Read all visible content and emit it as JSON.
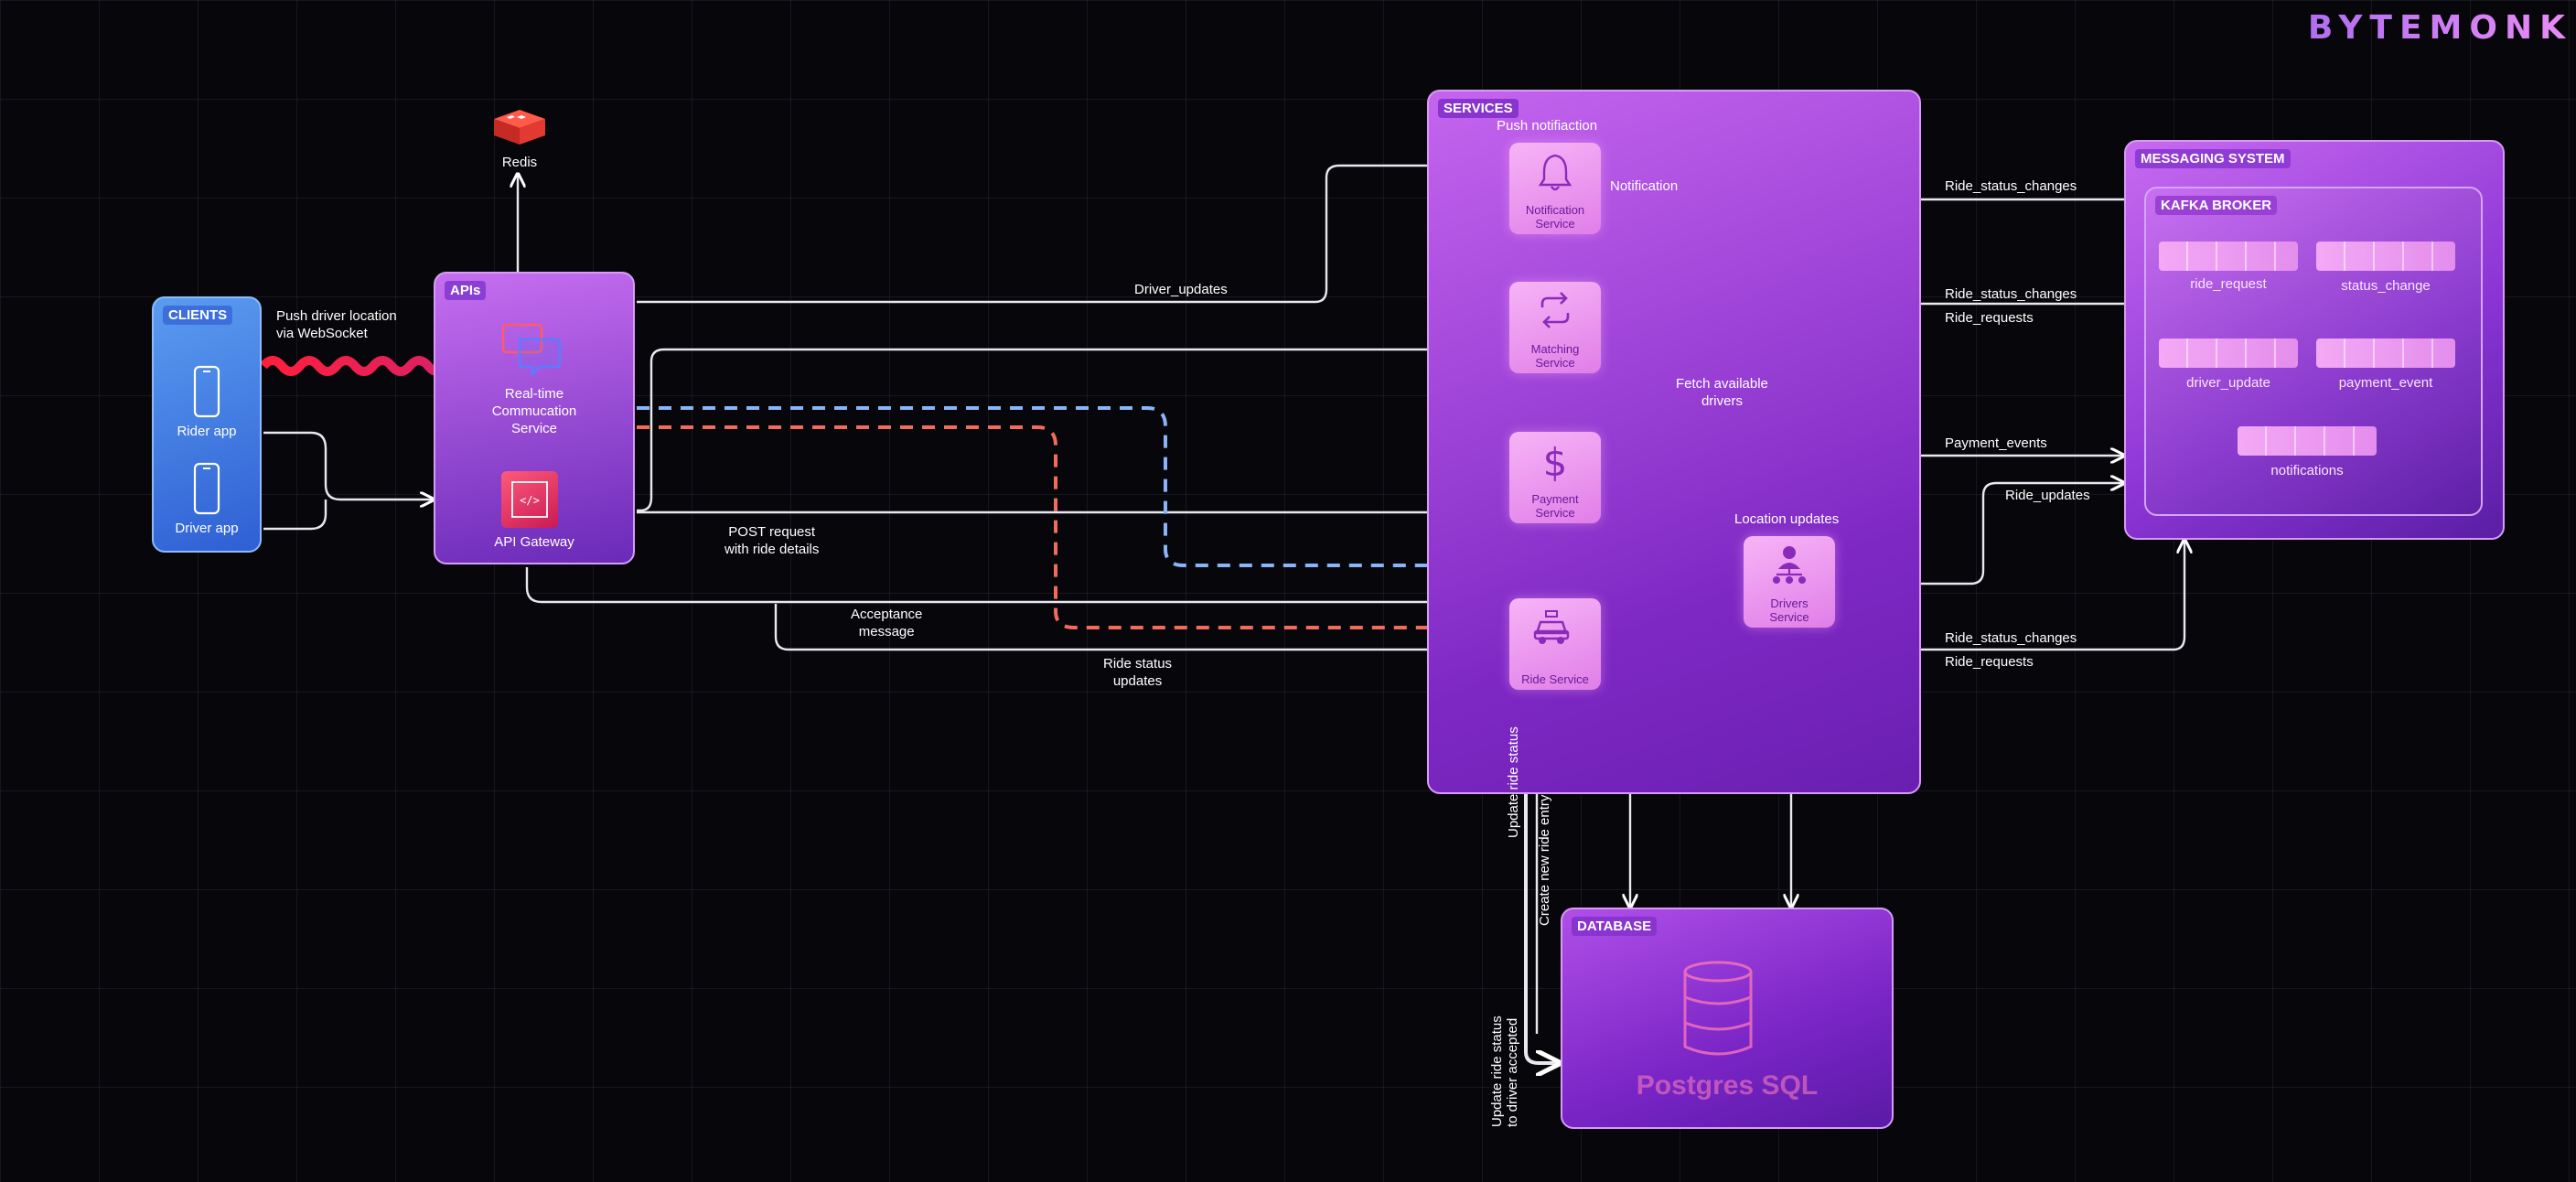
{
  "brand": "BYTEMONK",
  "redis": {
    "label": "Redis",
    "icon": "redis-icon"
  },
  "clients": {
    "title": "CLIENTS",
    "rider": "Rider app",
    "driver": "Driver app"
  },
  "apis": {
    "title": "APIs",
    "realtime": "Real-time\nCommucation\nService",
    "gateway": "API Gateway"
  },
  "services": {
    "title": "SERVICES",
    "push_label": "Push notifiaction",
    "notification": "Notification\nService",
    "matching": "Matching\nService",
    "payment": "Payment\nService",
    "ride": "Ride Service",
    "drivers": "Drivers\nService"
  },
  "messaging": {
    "title": "MESSAGING SYSTEM",
    "kafka": "KAFKA BROKER",
    "topics": [
      "ride_request",
      "status_change",
      "driver_update",
      "payment_event",
      "notifications"
    ]
  },
  "database": {
    "title": "DATABASE",
    "name": "Postgres SQL"
  },
  "edges": {
    "push_ws": "Push driver location\nvia WebSocket",
    "driver_updates": "Driver_updates",
    "notification": "Notification",
    "post_request": "POST request\nwith ride details",
    "acceptance": "Acceptance\nmessage",
    "ride_status_updates": "Ride status\nupdates",
    "fetch_drivers": "Fetch available\ndrivers",
    "location_updates": "Location updates",
    "rsc1": "Ride_status_changes",
    "rsc2": "Ride_status_changes",
    "rr1": "Ride_requests",
    "payment_events": "Payment_events",
    "ride_updates": "Ride_updates",
    "rsc3": "Ride_status_changes",
    "rr2": "Ride_requests",
    "update_status": "Update ride status",
    "create_entry": "Create new ride entry",
    "update_accepted": "Update ride status\nto driver accepted"
  },
  "colors": {
    "accent_purple": "#b06ef0",
    "clients_blue": "#4a84e6",
    "dashed_blue": "#8ab4f8",
    "dashed_red": "#f26b5b",
    "websocket_red": "#ff2a4a",
    "websocket_blue": "#3b63ff"
  }
}
